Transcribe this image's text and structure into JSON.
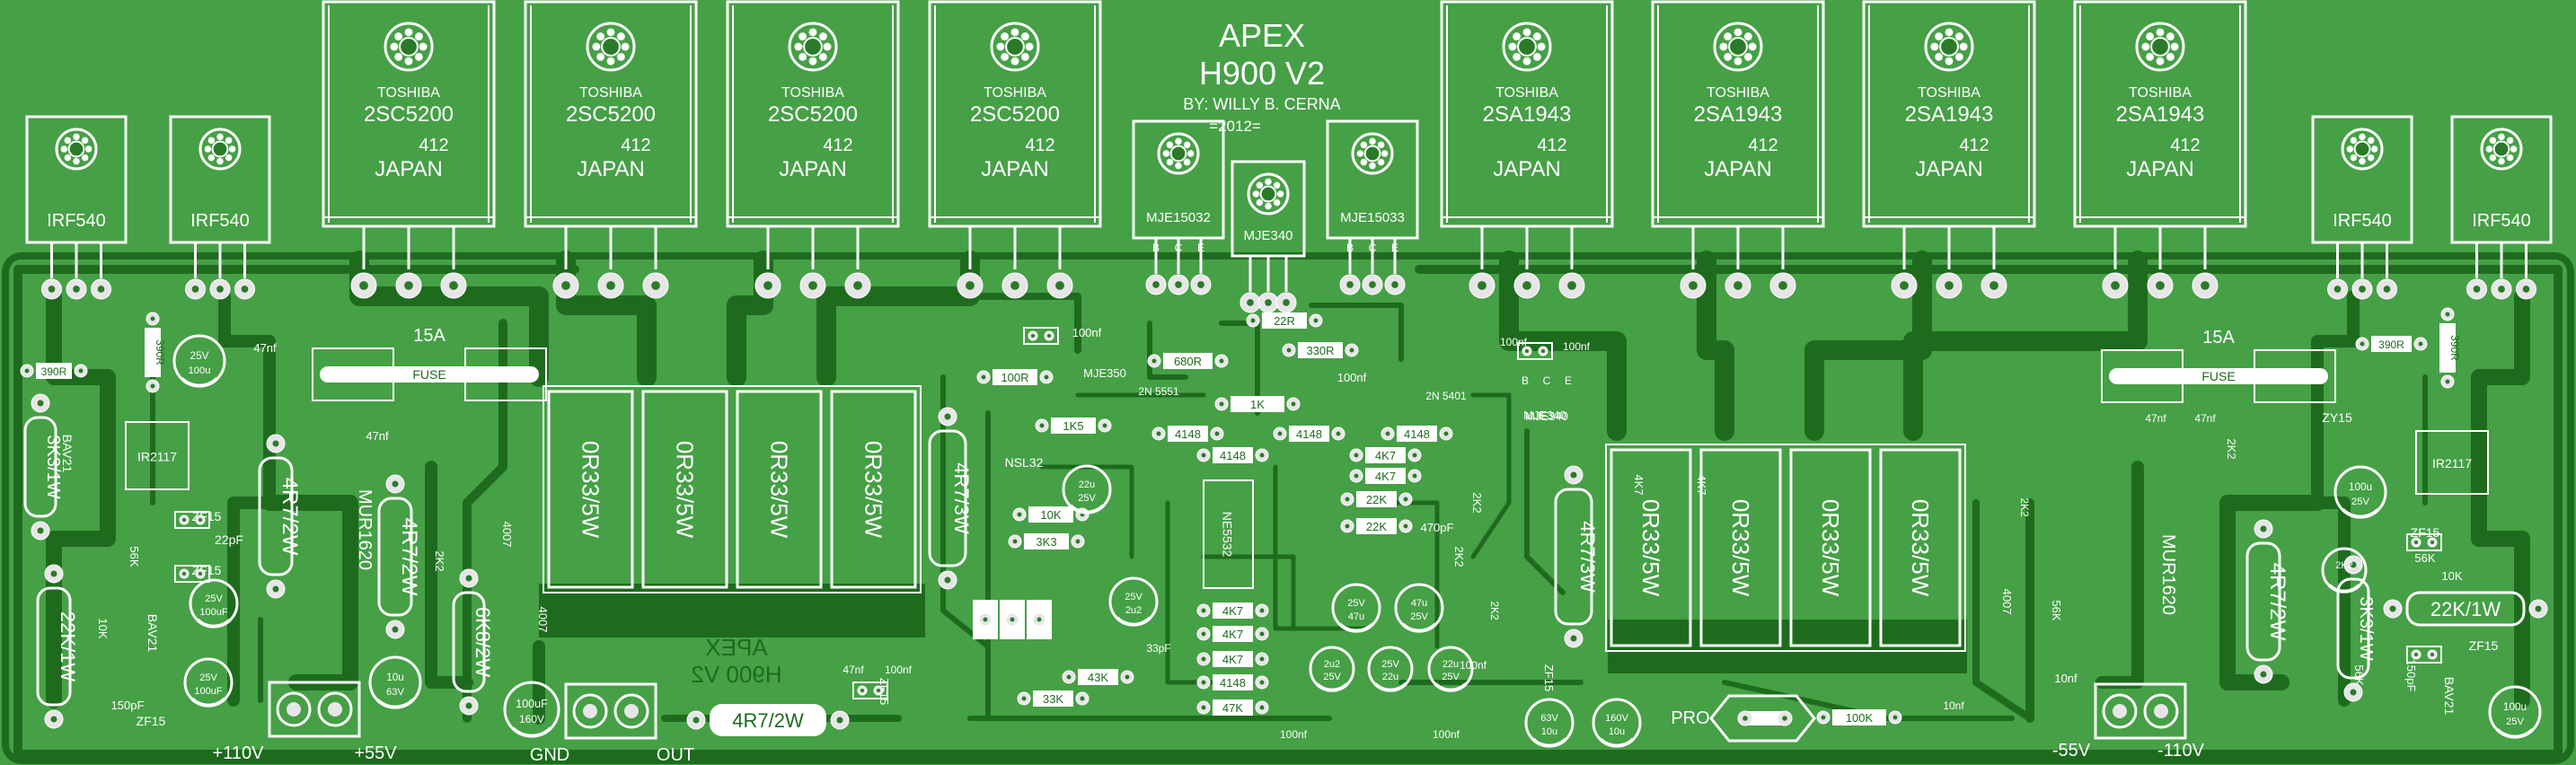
{
  "colors": {
    "board": "#46a046",
    "copper_dark": "#1e6b1e",
    "silk": "#ffffff",
    "pad": "#e6e6e6"
  },
  "title": {
    "line1": "APEX",
    "line2": "H900 V2",
    "author": "BY: WILLY B. CERNA",
    "year": "=2012="
  },
  "transistors": {
    "brand": "TOSHIBA",
    "npn_part": "2SC5200",
    "pnp_part": "2SA1943",
    "code": "412",
    "origin": "JAPAN",
    "driver_npn": "MJE15032",
    "driver_pnp": "MJE15033",
    "vbe": "MJE340",
    "mosfet": "IRF540",
    "pins_bce": [
      "B",
      "C",
      "E"
    ]
  },
  "resistors_main": {
    "emitter": "0R33/5W",
    "r4r7": "4R7/2W",
    "r4r7_3w": "4R7/3W",
    "r6k8": "6K8/2W",
    "r22k": "22K/1W",
    "r3k3": "3K3/1W"
  },
  "fuse": {
    "rating": "15A",
    "label": "FUSE"
  },
  "terminals": {
    "pos110": "+110V",
    "pos55": "+55V",
    "gnd": "GND",
    "out": "OUT",
    "pro": "PRO",
    "neg55": "-55V",
    "neg110": "-110V"
  },
  "small_labels": {
    "ir2117": "IR2117",
    "bav21": "BAV21",
    "mur1620": "MUR1620",
    "ne5532": "NE5532",
    "zf15": "ZF15",
    "zy15": "ZY15",
    "nsl32": "NSL32",
    "mje350": "MJE350",
    "n5551": "2N\n5551",
    "n5401": "2N\n5401",
    "r390r": "390R",
    "r100r": "100R",
    "r680r": "680R",
    "r22r": "22R",
    "r330r": "330R",
    "r1k": "1K",
    "r1k5": "1K5",
    "d4148": "4148",
    "r4k7": "4K7",
    "r10k": "10K",
    "r3k3": "3K3",
    "r22k": "22K",
    "r43k": "43K",
    "r33k": "33K",
    "r47k": "47K",
    "r100k": "100K",
    "r56k": "56K",
    "r2k2": "2K2",
    "r4007": "4007",
    "c100nf": "100nf",
    "c47nf": "47nf",
    "c22pf": "22pF",
    "c33pf": "33pF",
    "c470pf": "470pF",
    "c150pf": "150pF",
    "c10nf": "10nf",
    "c100u": "100u",
    "c25v": "25V",
    "c47u": "47u",
    "c22u": "22u",
    "c2u2": "2u2",
    "c10u": "10u",
    "c63v": "63V",
    "c160v": "160V",
    "c100uf": "100uF"
  }
}
